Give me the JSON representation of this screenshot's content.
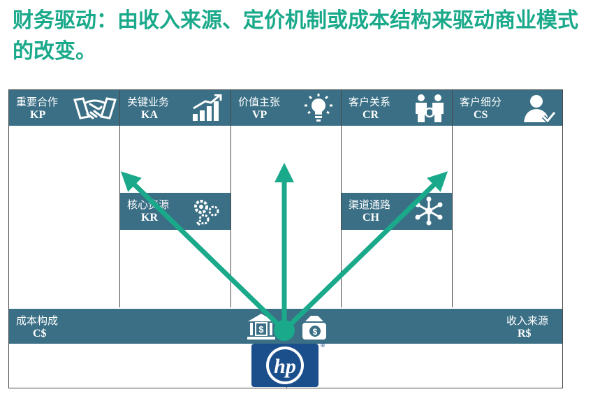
{
  "title": "财务驱动：由收入来源、定价机制或成本结构来驱动商业模式的改变。",
  "blocks": {
    "kp": {
      "cn": "重要合作",
      "en": "KP",
      "icon": "handshake-icon"
    },
    "ka": {
      "cn": "关键业务",
      "en": "KA",
      "icon": "growth-chart-icon"
    },
    "vp": {
      "cn": "价值主张",
      "en": "VP",
      "icon": "lightbulb-icon"
    },
    "cr": {
      "cn": "客户关系",
      "en": "CR",
      "icon": "people-icon"
    },
    "cs": {
      "cn": "客户细分",
      "en": "CS",
      "icon": "user-check-icon"
    },
    "kr": {
      "cn": "核心资源",
      "en": "KR",
      "icon": "gears-icon"
    },
    "ch": {
      "cn": "渠道通路",
      "en": "CH",
      "icon": "network-icon"
    },
    "cost": {
      "cn": "成本构成",
      "en": "C$",
      "icon": "bank-icon"
    },
    "revenue": {
      "cn": "收入来源",
      "en": "R$",
      "icon": "money-bag-icon"
    }
  },
  "logo": {
    "text": "hp",
    "mark": "®"
  },
  "colors": {
    "accent": "#1aa98a",
    "header": "#3a6f85",
    "logo": "#1b4f8c"
  }
}
